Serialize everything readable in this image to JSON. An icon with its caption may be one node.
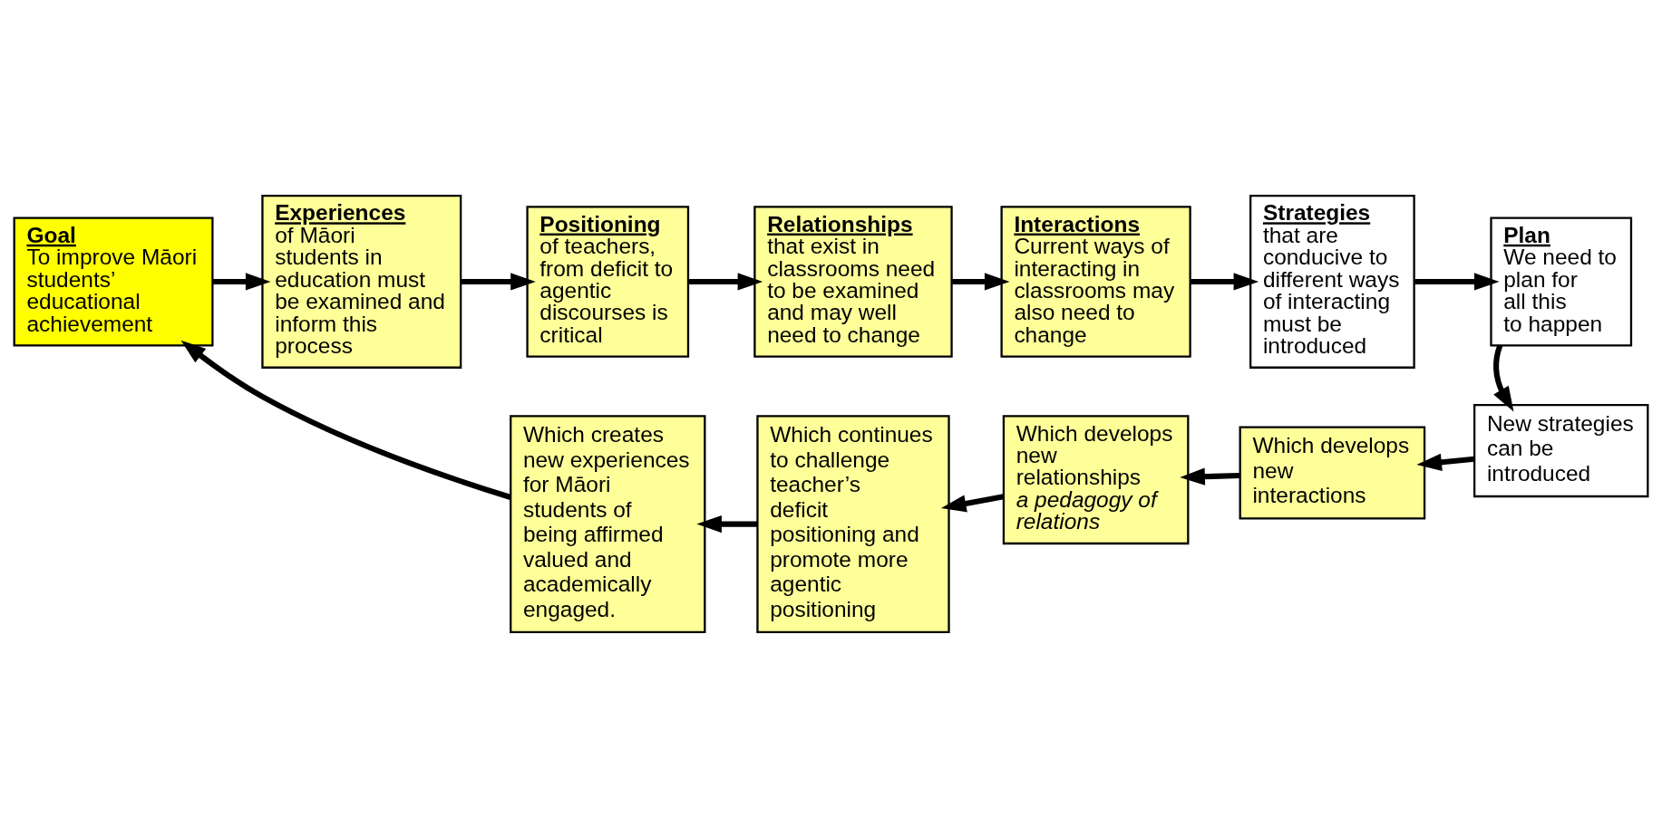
{
  "diagram": {
    "nodes": [
      {
        "text": [
          "Goal",
          "To improve Māori students’ educational achievement"
        ]
      },
      {
        "text": [
          "Experiences",
          "of Māori students in education must be examined and inform this process"
        ]
      },
      {
        "text": [
          "Positioning",
          "of teachers, from deficit to agentic discourses is critical"
        ]
      },
      {
        "text": [
          "Relationships",
          "that exist in classrooms need to be examined and may well need to change"
        ]
      },
      {
        "text": [
          "Interactions",
          "Current ways of interacting in classrooms may also need to change"
        ]
      },
      {
        "text": [
          "Strategies",
          "that are conducive to different ways of interacting must be introduced"
        ]
      },
      {
        "text": [
          "Plan",
          "We need to plan for all this to happen"
        ]
      },
      {
        "text": [
          "New strategies can be introduced"
        ]
      },
      {
        "text": [
          "Which develops new interactions"
        ]
      },
      {
        "text": [
          "Which develops new relationships",
          "a pedagogy of relations"
        ]
      },
      {
        "text": [
          "Which continues to challenge teacher’s deficit positioning and promote more agentic positioning"
        ]
      },
      {
        "text": [
          "Which creates new experiences for Māori students of being affirmed valued and academically engaged."
        ]
      }
    ],
    "edges": [
      {
        "from": 0,
        "to": 1,
        "arrow": "to"
      },
      {
        "from": 1,
        "to": 2,
        "arrow": "to"
      },
      {
        "from": 2,
        "to": 3,
        "arrow": "to"
      },
      {
        "from": 3,
        "to": 4,
        "arrow": "to"
      },
      {
        "from": 4,
        "to": 5,
        "arrow": "to"
      },
      {
        "from": 5,
        "to": 6,
        "arrow": "to"
      },
      {
        "from": 6,
        "to": 7,
        "arrow": "to"
      },
      {
        "from": 7,
        "to": 8,
        "arrow": "to"
      },
      {
        "from": 8,
        "to": 9,
        "arrow": "to"
      },
      {
        "from": 9,
        "to": 10,
        "arrow": "to"
      },
      {
        "from": 10,
        "to": 11,
        "arrow": "to"
      },
      {
        "from": 11,
        "to": 0,
        "arrow": "to"
      }
    ]
  }
}
